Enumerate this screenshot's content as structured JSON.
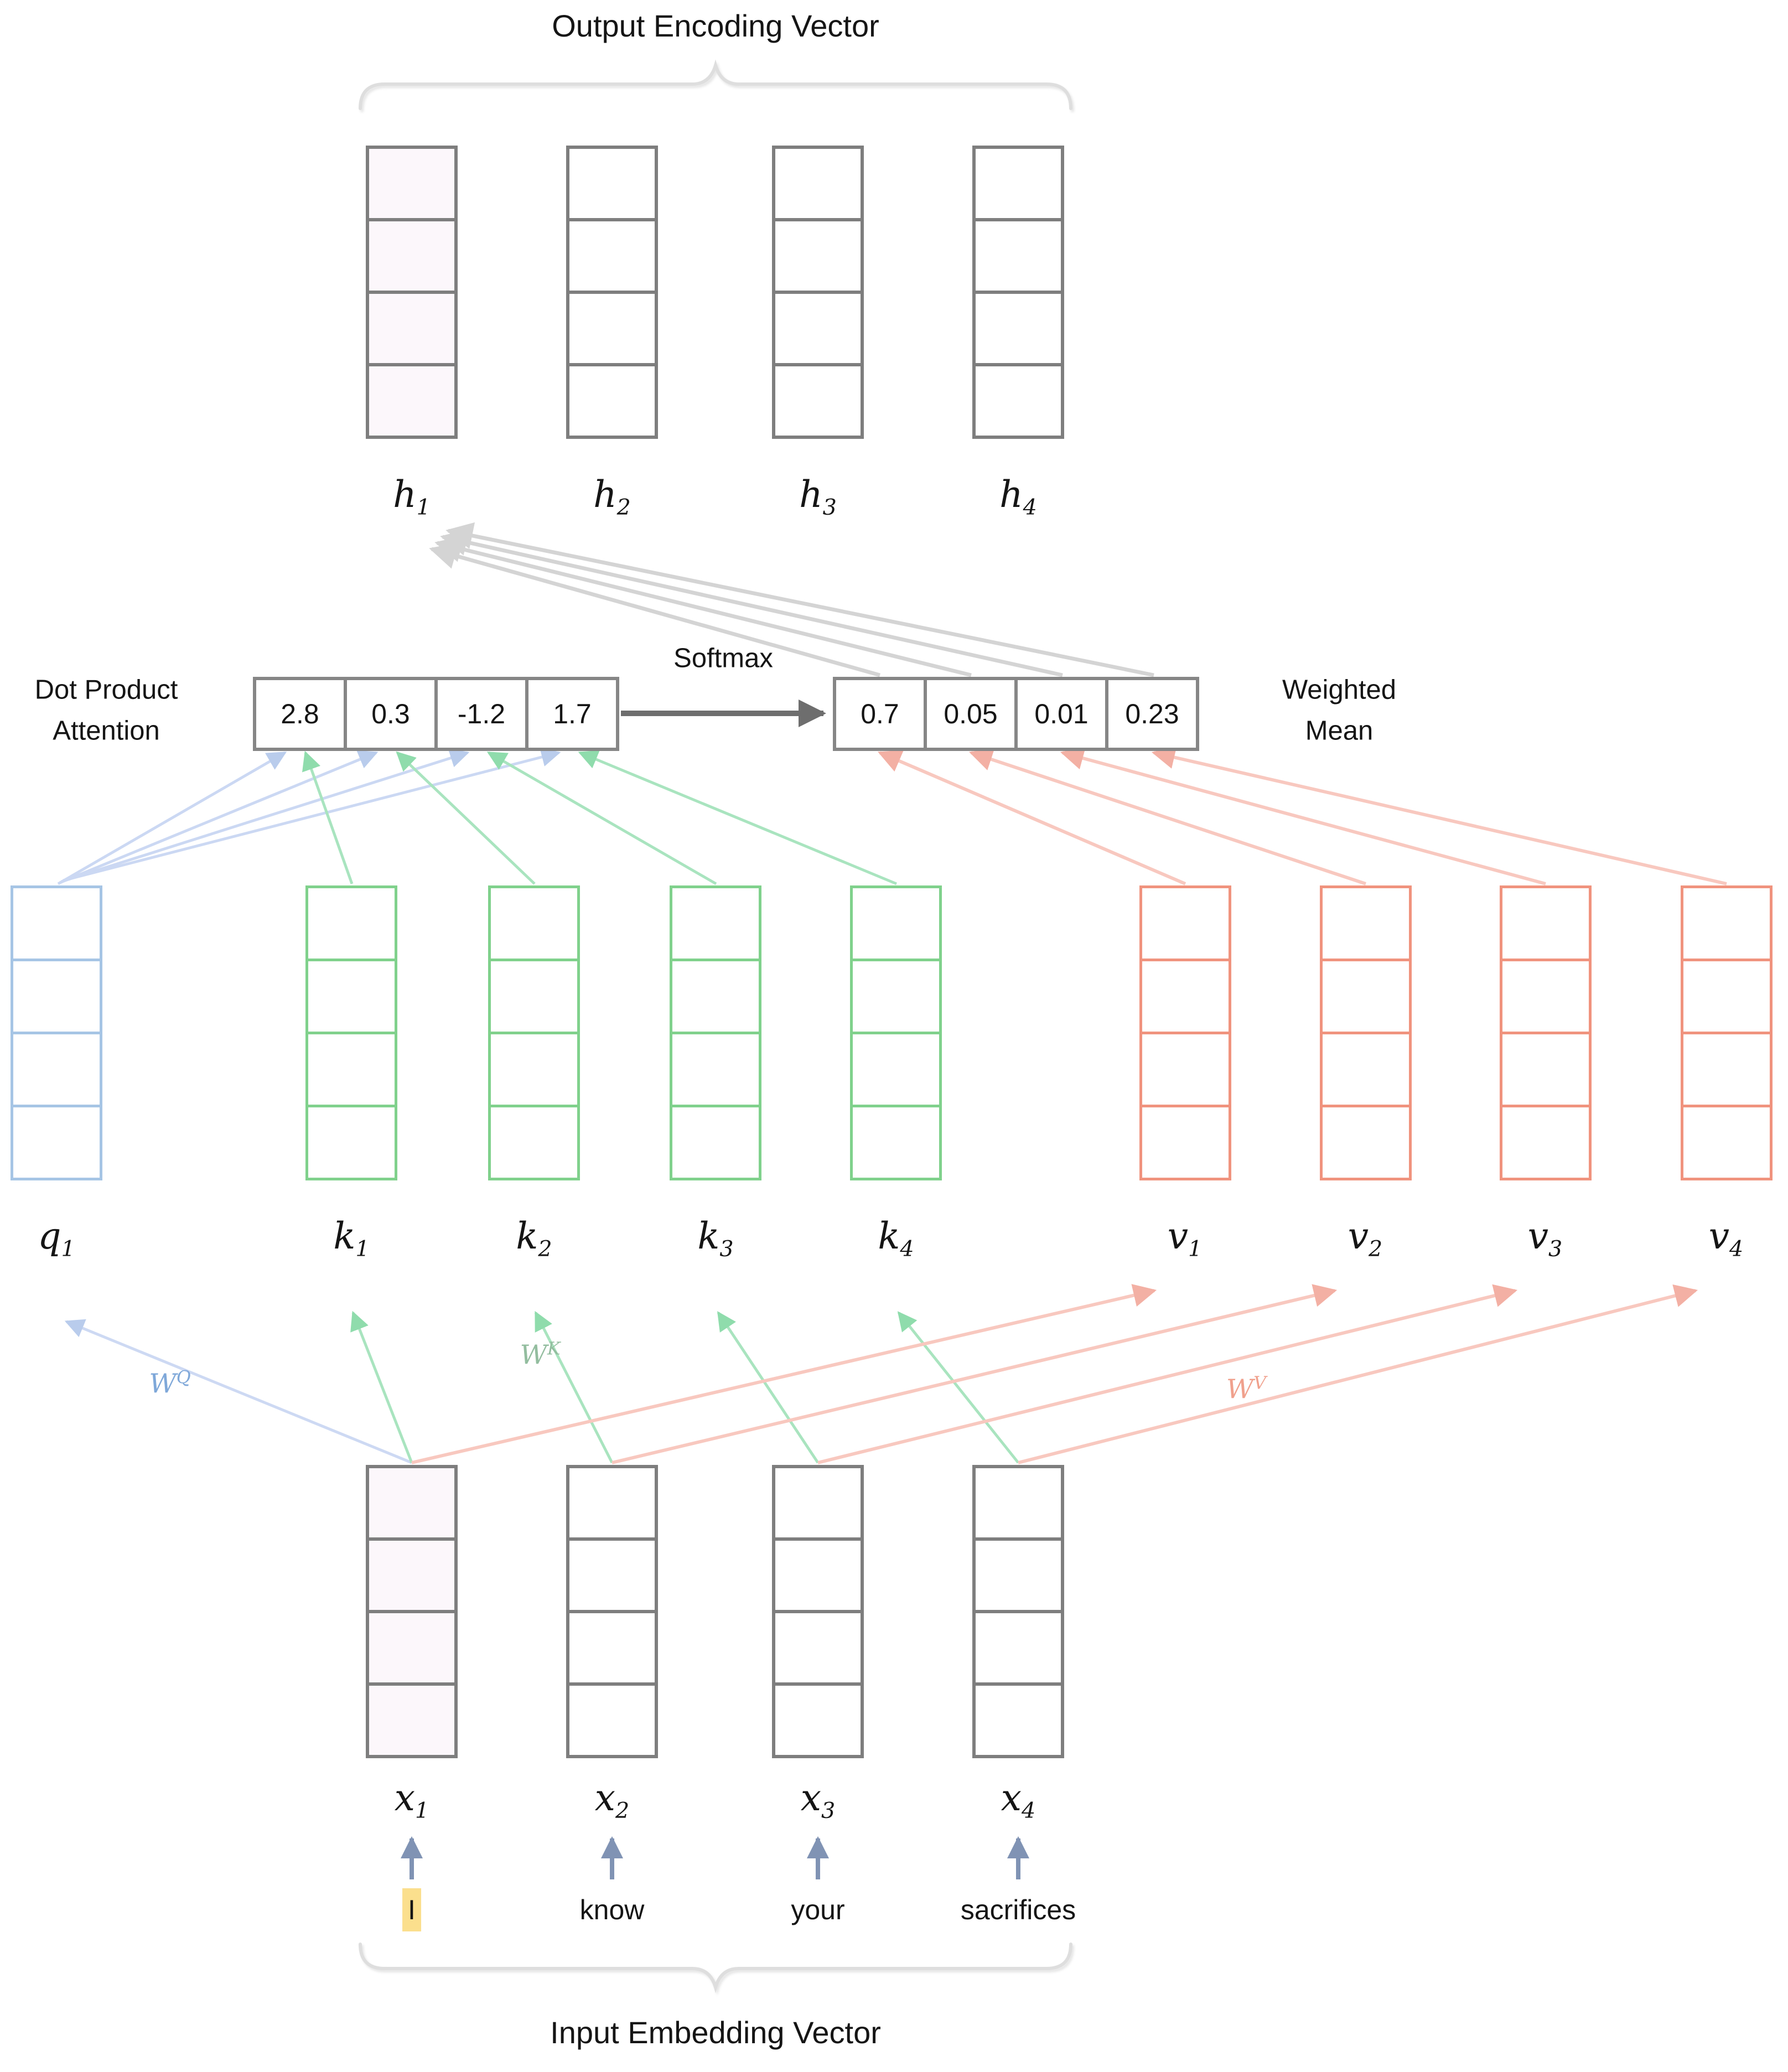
{
  "diagram": {
    "titles": {
      "top": "Output Encoding Vector",
      "bottom": "Input Embedding Vector"
    },
    "annotations": {
      "dot_product_attention": {
        "line1": "Dot Product",
        "line2": "Attention"
      },
      "softmax": "Softmax",
      "weighted_mean": {
        "line1": "Weighted",
        "line2": "Mean"
      }
    },
    "attention_scores": [
      "2.8",
      "0.3",
      "-1.2",
      "1.7"
    ],
    "softmax_weights": [
      "0.7",
      "0.05",
      "0.01",
      "0.23"
    ],
    "output_vectors": [
      {
        "base": "h",
        "sub": "1"
      },
      {
        "base": "h",
        "sub": "2"
      },
      {
        "base": "h",
        "sub": "3"
      },
      {
        "base": "h",
        "sub": "4"
      }
    ],
    "query_vector": {
      "base": "q",
      "sub": "1"
    },
    "key_vectors": [
      {
        "base": "k",
        "sub": "1"
      },
      {
        "base": "k",
        "sub": "2"
      },
      {
        "base": "k",
        "sub": "3"
      },
      {
        "base": "k",
        "sub": "4"
      }
    ],
    "value_vectors": [
      {
        "base": "v",
        "sub": "1"
      },
      {
        "base": "v",
        "sub": "2"
      },
      {
        "base": "v",
        "sub": "3"
      },
      {
        "base": "v",
        "sub": "4"
      }
    ],
    "input_vectors": [
      {
        "base": "x",
        "sub": "1"
      },
      {
        "base": "x",
        "sub": "2"
      },
      {
        "base": "x",
        "sub": "3"
      },
      {
        "base": "x",
        "sub": "4"
      }
    ],
    "weight_matrices": {
      "query": {
        "base": "W",
        "sup": "Q"
      },
      "key": {
        "base": "W",
        "sup": "K"
      },
      "value": {
        "base": "W",
        "sup": "V"
      }
    },
    "words": [
      "I",
      "know",
      "your",
      "sacrifices"
    ],
    "highlighted_word": "I",
    "colors": {
      "query_border": "#A6C5E5",
      "key_border": "#80D18C",
      "value_border": "#F0937E",
      "grid_border": "#7E7E7E",
      "tinted_cell": "#FCF7FB",
      "word_highlight": "#FBDF8D",
      "query_arrow": "#CBD8F3",
      "key_arrow": "#A9E4BF",
      "value_arrow": "#F8C8BF",
      "mean_to_output_arrow": "#D4D4D4",
      "softmax_arrow": "#6E6E6E",
      "word_arrow": "#8093B4",
      "wq_label": "#7FA8D9",
      "wk_label": "#93BD9F",
      "wv_label": "#F0A18D"
    }
  }
}
